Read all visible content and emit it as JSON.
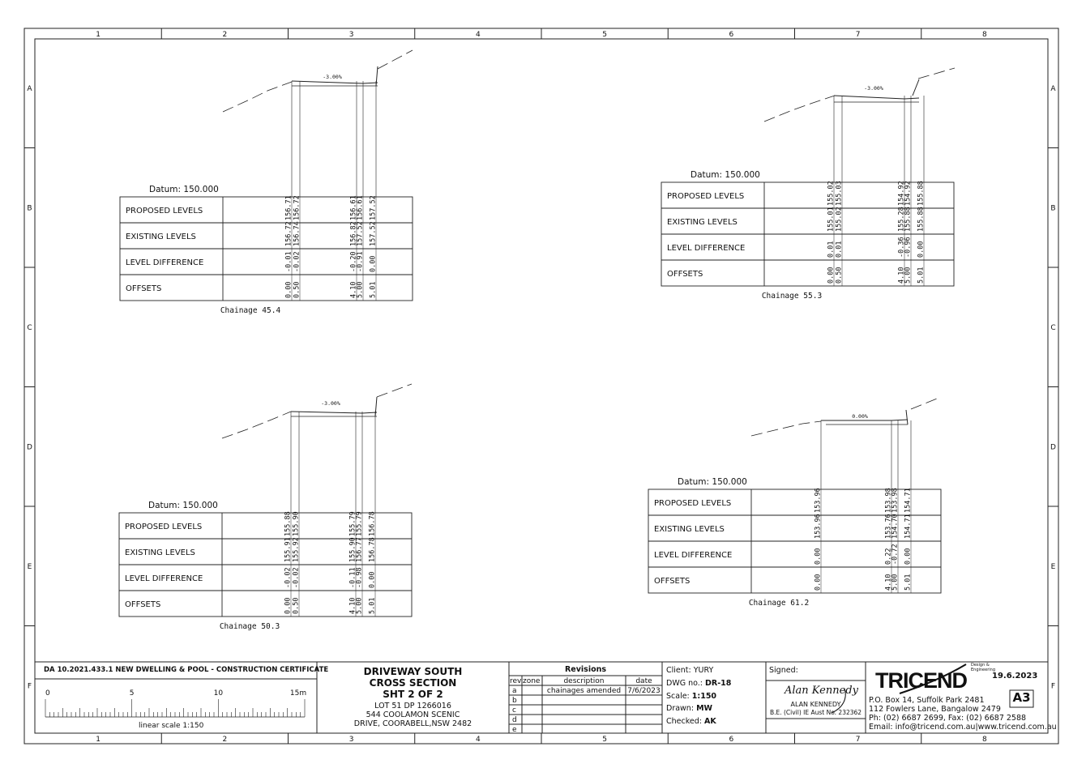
{
  "grid": {
    "cols": [
      "1",
      "2",
      "3",
      "4",
      "5",
      "6",
      "7",
      "8"
    ],
    "rows": [
      "A",
      "B",
      "C",
      "D",
      "E",
      "F"
    ]
  },
  "row_labels": [
    "PROPOSED LEVELS",
    "EXISTING LEVELS",
    "LEVEL DIFFERENCE",
    "OFFSETS"
  ],
  "sections": [
    {
      "datum": "Datum: 150.000",
      "chainage": "Chainage  45.4",
      "grade": "-3.00%",
      "columns": [
        {
          "p": "156.71",
          "e": "156.72",
          "d": "-0.01",
          "o": "0.00"
        },
        {
          "p": "156.72",
          "e": "156.74",
          "d": "-0.02",
          "o": "0.50"
        },
        {
          "p": "156.61",
          "e": "156.82",
          "d": "-0.20",
          "o": "4.10"
        },
        {
          "p": "156.61",
          "e": "157.52",
          "d": "-0.91",
          "o": "5.00"
        },
        {
          "p": "157.52",
          "e": "157.52",
          "d": "0.00",
          "o": "5.01"
        }
      ]
    },
    {
      "datum": "Datum: 150.000",
      "chainage": "Chainage  55.3",
      "grade": "-3.00%",
      "columns": [
        {
          "p": "155.02",
          "e": "155.01",
          "d": "0.01",
          "o": "0.00"
        },
        {
          "p": "155.03",
          "e": "155.02",
          "d": "0.01",
          "o": "0.50"
        },
        {
          "p": "154.92",
          "e": "155.28",
          "d": "-0.36",
          "o": "4.10"
        },
        {
          "p": "154.92",
          "e": "155.88",
          "d": "-0.96",
          "o": "5.00"
        },
        {
          "p": "155.88",
          "e": "155.88",
          "d": "0.00",
          "o": "5.01"
        }
      ]
    },
    {
      "datum": "Datum: 150.000",
      "chainage": "Chainage  50.3",
      "grade": "-3.00%",
      "columns": [
        {
          "p": "155.88",
          "e": "155.91",
          "d": "-0.02",
          "o": "0.00"
        },
        {
          "p": "155.90",
          "e": "155.92",
          "d": "-0.02",
          "o": "0.50"
        },
        {
          "p": "155.79",
          "e": "155.90",
          "d": "-0.11",
          "o": "4.10"
        },
        {
          "p": "155.79",
          "e": "156.77",
          "d": "-0.98",
          "o": "5.00"
        },
        {
          "p": "156.78",
          "e": "156.78",
          "d": "0.00",
          "o": "5.01"
        }
      ]
    },
    {
      "datum": "Datum: 150.000",
      "chainage": "Chainage  61.2",
      "grade": "0.00%",
      "columns": [
        {
          "p": "153.96",
          "e": "153.96",
          "d": "0.00",
          "o": "0.00"
        },
        {
          "p": "153.98",
          "e": "153.76",
          "d": "0.22",
          "o": "4.10"
        },
        {
          "p": "153.98",
          "e": "154.70",
          "d": "-0.72",
          "o": "5.00"
        },
        {
          "p": "154.71",
          "e": "154.71",
          "d": "0.00",
          "o": "5.01"
        }
      ]
    }
  ],
  "title_block": {
    "project": "DA 10.2021.433.1 NEW DWELLING & POOL - CONSTRUCTION CERTIFICATE",
    "scale_ticks": [
      "0",
      "5",
      "10",
      "15m"
    ],
    "scale_caption": "linear scale 1:150",
    "title_1": "DRIVEWAY SOUTH",
    "title_2": "CROSS SECTION",
    "title_3": "SHT 2 OF 2",
    "lot": "LOT 51 DP 1266016",
    "addr_1": "544 COOLAMON SCENIC",
    "addr_2": "DRIVE, COORABELL,NSW 2482",
    "revisions": {
      "title": "Revisions",
      "headers": [
        "rev",
        "zone",
        "description",
        "date"
      ],
      "rows": [
        {
          "rev": "a",
          "zone": "",
          "desc": "chainages amended",
          "date": "7/6/2023"
        },
        {
          "rev": "b",
          "zone": "",
          "desc": "",
          "date": ""
        },
        {
          "rev": "c",
          "zone": "",
          "desc": "",
          "date": ""
        },
        {
          "rev": "d",
          "zone": "",
          "desc": "",
          "date": ""
        },
        {
          "rev": "e",
          "zone": "",
          "desc": "",
          "date": ""
        }
      ]
    },
    "client_label": "Client:",
    "client": "YURY",
    "dwg_label": "DWG no.:",
    "dwg": "DR-18",
    "scale_label": "Scale:",
    "scale": "1:150",
    "drawn_label": "Drawn:",
    "drawn": "MW",
    "checked_label": "Checked:",
    "checked": "AK",
    "signed_label": "Signed:",
    "signature": "Alan Kennedy",
    "signer": "ALAN KENNEDY",
    "signer_cred": "B.E. (Civil) IE Aust No. 232362",
    "logo": "TRICEND",
    "logo_tag": "Design & Engineering",
    "date": "19.6.2023",
    "sheet": "A3",
    "contact_1": "P.O. Box 14, Suffolk Park 2481",
    "contact_2": "112 Fowlers Lane, Bangalow 2479",
    "contact_3": "Ph: (02) 6687 2699, Fax: (02) 6687 2588",
    "contact_4": "Email: info@tricend.com.au|www.tricend.com.au"
  }
}
